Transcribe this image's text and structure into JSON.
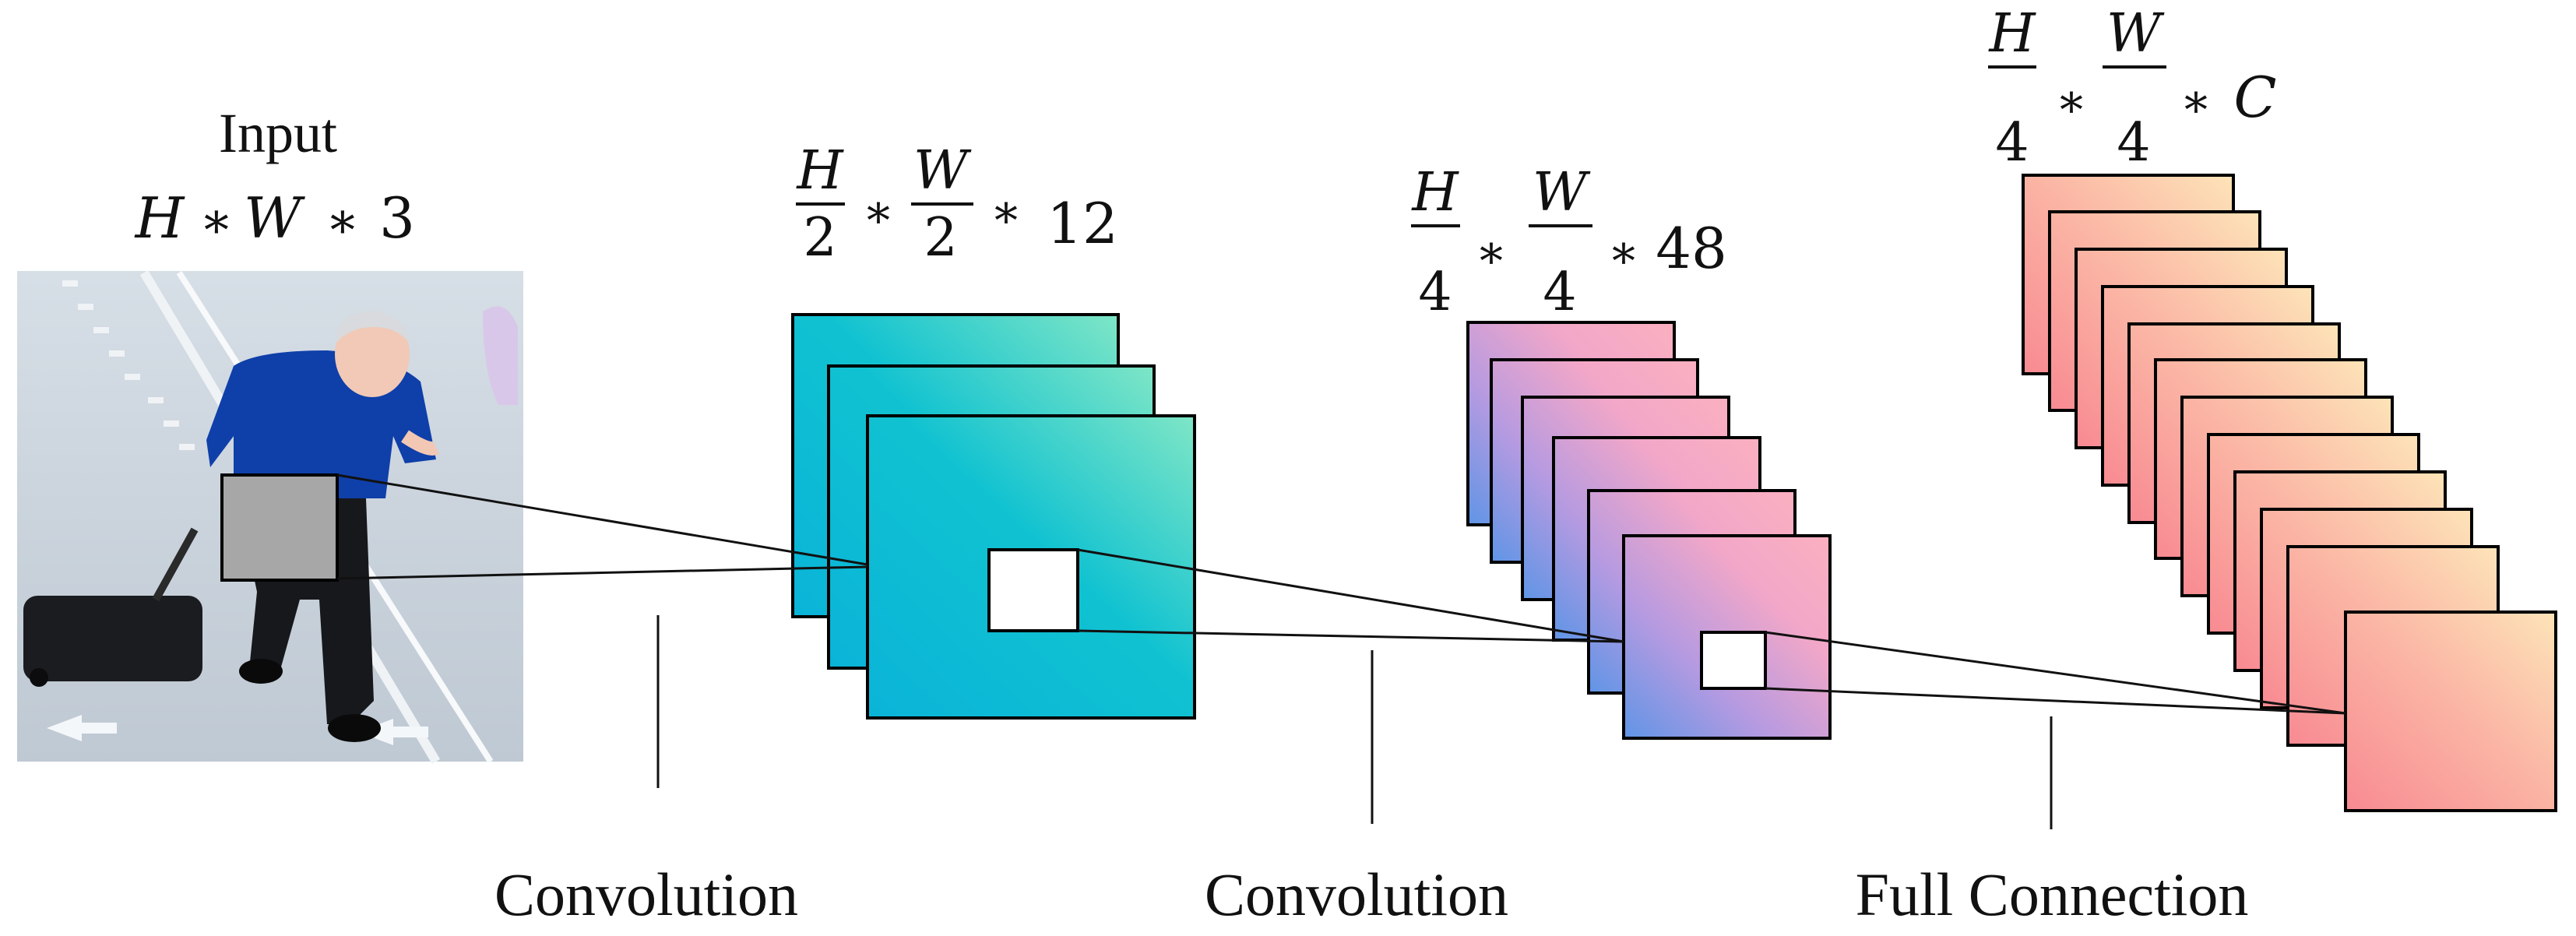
{
  "input": {
    "label": "Input",
    "dims": {
      "h": "H",
      "w": "W",
      "c": "3",
      "op": "∗"
    }
  },
  "stage1": {
    "dims": {
      "num_h": "H",
      "den_h": "2",
      "num_w": "W",
      "den_w": "2",
      "c": "12",
      "op": "∗"
    }
  },
  "stage2": {
    "dims": {
      "num_h": "H",
      "den_h": "4",
      "num_w": "W",
      "den_w": "4",
      "c": "48",
      "op": "∗"
    }
  },
  "stage3": {
    "dims": {
      "num_h": "H",
      "den_h": "4",
      "num_w": "W",
      "den_w": "4",
      "c": "C",
      "op": "∗"
    }
  },
  "operations": {
    "op1": "Convolution",
    "op2": "Convolution",
    "op3": "Full Connection"
  },
  "colors": {
    "teal_light": "#7ee4c8",
    "teal_dark": "#07b9d5",
    "purple_light": "#c2a0e8",
    "pink_mid": "#f7a6c3",
    "blue_mid": "#6a97e4",
    "peach_light": "#fde0b7",
    "salmon_dark": "#f8898f"
  }
}
